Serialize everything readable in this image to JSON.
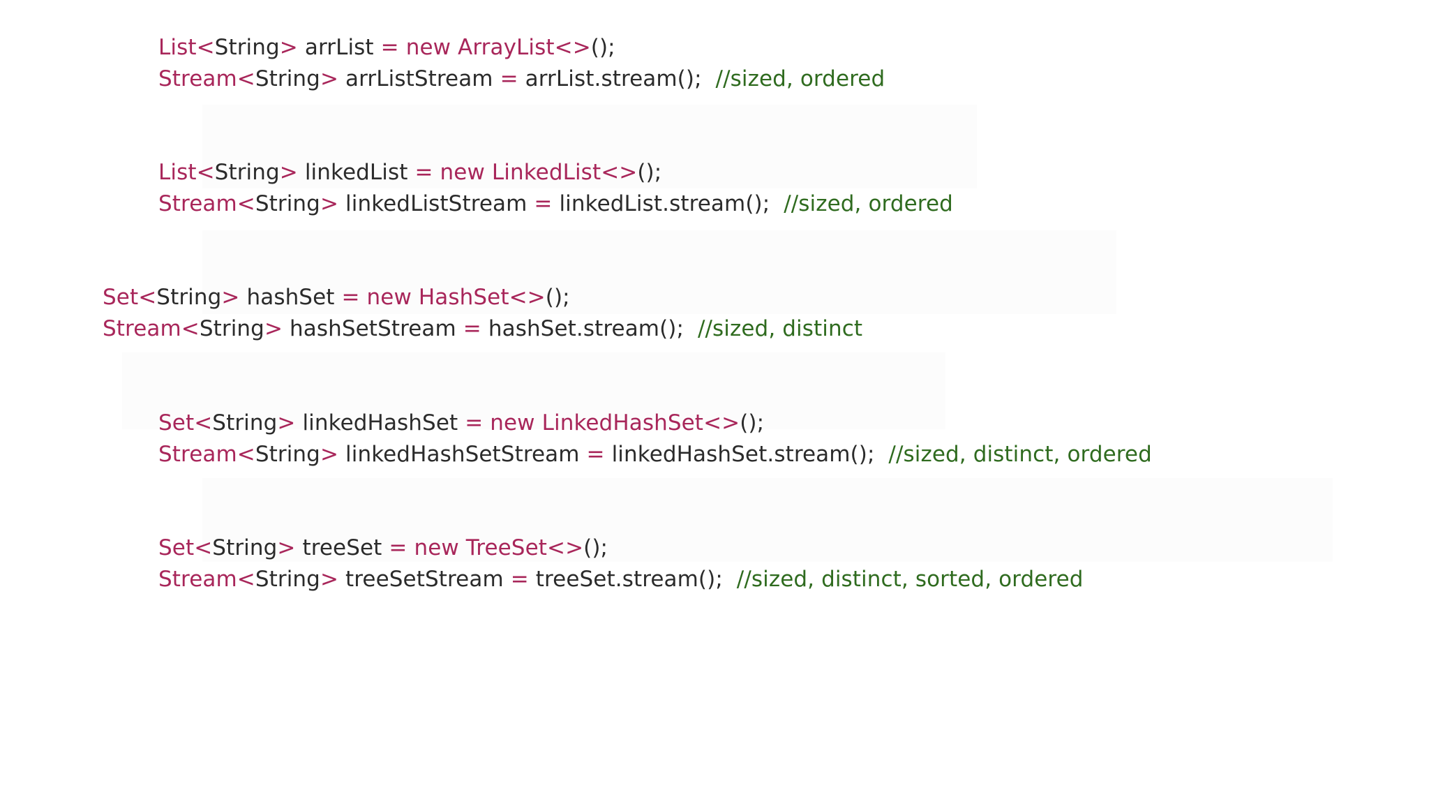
{
  "page": {
    "title": "Java Collections to Stream — stream characteristics",
    "background_color": "#ffffff",
    "language": "java"
  },
  "theme": {
    "type_color": "#a8265a",
    "keyword_color": "#a8265a",
    "punctuation_color": "#a8265a",
    "identifier_color": "#2b2b2b",
    "plain_color": "#2b2b2b",
    "comment_color": "#2f6b1f"
  },
  "code_blocks": [
    {
      "id": "arraylist",
      "indent_level": 1,
      "declaration": {
        "type": "List",
        "generic_open": "<",
        "generic_arg": "String",
        "generic_close": ">",
        "variable": "arrList",
        "assign": "=",
        "keyword": "new",
        "constructor": "ArrayList",
        "diamond": "<>",
        "tail": "();"
      },
      "stream_line": {
        "type": "Stream",
        "generic_open": "<",
        "generic_arg": "String",
        "generic_close": ">",
        "variable": "arrListStream",
        "assign": "=",
        "source": "arrList",
        "call": ".stream();",
        "comment": "//sized, ordered"
      }
    },
    {
      "id": "linkedlist",
      "indent_level": 1,
      "declaration": {
        "type": "List",
        "generic_open": "<",
        "generic_arg": "String",
        "generic_close": ">",
        "variable": "linkedList",
        "assign": "=",
        "keyword": "new",
        "constructor": "LinkedList",
        "diamond": "<>",
        "tail": "();"
      },
      "stream_line": {
        "type": "Stream",
        "generic_open": "<",
        "generic_arg": "String",
        "generic_close": ">",
        "variable": "linkedListStream",
        "assign": "=",
        "source": "linkedList",
        "call": ".stream();",
        "comment": "//sized, ordered"
      }
    },
    {
      "id": "hashset",
      "indent_level": 0,
      "declaration": {
        "type": "Set",
        "generic_open": "<",
        "generic_arg": "String",
        "generic_close": ">",
        "variable": "hashSet",
        "assign": "=",
        "keyword": "new",
        "constructor": "HashSet",
        "diamond": "<>",
        "tail": "();"
      },
      "stream_line": {
        "type": "Stream",
        "generic_open": "<",
        "generic_arg": "String",
        "generic_close": ">",
        "variable": "hashSetStream",
        "assign": "=",
        "source": "hashSet",
        "call": ".stream();",
        "comment": "//sized, distinct"
      }
    },
    {
      "id": "linkedhashset",
      "indent_level": 1,
      "declaration": {
        "type": "Set",
        "generic_open": "<",
        "generic_arg": "String",
        "generic_close": ">",
        "variable": "linkedHashSet",
        "assign": "=",
        "keyword": "new",
        "constructor": "LinkedHashSet",
        "diamond": "<>",
        "tail": "();"
      },
      "stream_line": {
        "type": "Stream",
        "generic_open": "<",
        "generic_arg": "String",
        "generic_close": ">",
        "variable": "linkedHashSetStream",
        "assign": "=",
        "source": "linkedHashSet",
        "call": ".stream();",
        "comment": "//sized, distinct, ordered"
      }
    },
    {
      "id": "treeset",
      "indent_level": 1,
      "declaration": {
        "type": "Set",
        "generic_open": "<",
        "generic_arg": "String",
        "generic_close": ">",
        "variable": "treeSet",
        "assign": "=",
        "keyword": "new",
        "constructor": "TreeSet",
        "diamond": "<>",
        "tail": "();"
      },
      "stream_line": {
        "type": "Stream",
        "generic_open": "<",
        "generic_arg": "String",
        "generic_close": ">",
        "variable": "treeSetStream",
        "assign": "=",
        "source": "treeSet",
        "call": ".stream();",
        "comment": "//sized, distinct, sorted, ordered"
      }
    }
  ],
  "separators": {
    "space": " ",
    "wide_space": "  "
  }
}
